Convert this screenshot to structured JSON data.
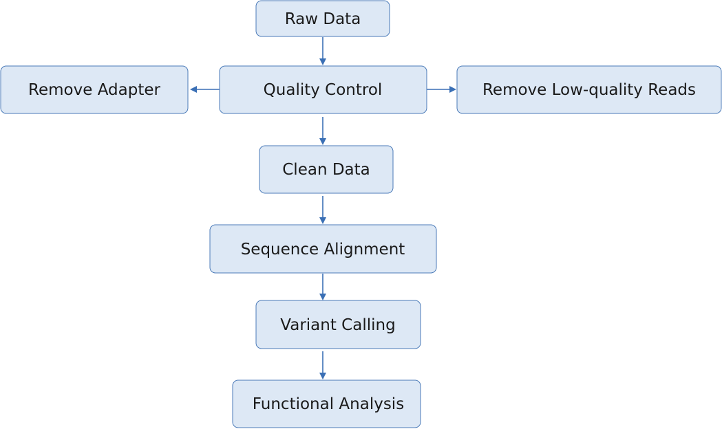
{
  "diagram": {
    "nodes": {
      "raw_data": "Raw Data",
      "quality_control": "Quality Control",
      "remove_adapter": "Remove Adapter",
      "remove_low_quality": "Remove Low-quality Reads",
      "clean_data": "Clean Data",
      "sequence_alignment": "Sequence Alignment",
      "variant_calling": "Variant Calling",
      "functional_analysis": "Functional Analysis"
    },
    "edges": [
      {
        "from": "raw_data",
        "to": "quality_control"
      },
      {
        "from": "quality_control",
        "to": "remove_adapter"
      },
      {
        "from": "quality_control",
        "to": "remove_low_quality"
      },
      {
        "from": "quality_control",
        "to": "clean_data"
      },
      {
        "from": "clean_data",
        "to": "sequence_alignment"
      },
      {
        "from": "sequence_alignment",
        "to": "variant_calling"
      },
      {
        "from": "variant_calling",
        "to": "functional_analysis"
      }
    ],
    "colors": {
      "node_fill": "#dde8f5",
      "node_border": "#4a7ab8",
      "arrow": "#3a6fb5",
      "text": "#1a1a1a"
    }
  }
}
